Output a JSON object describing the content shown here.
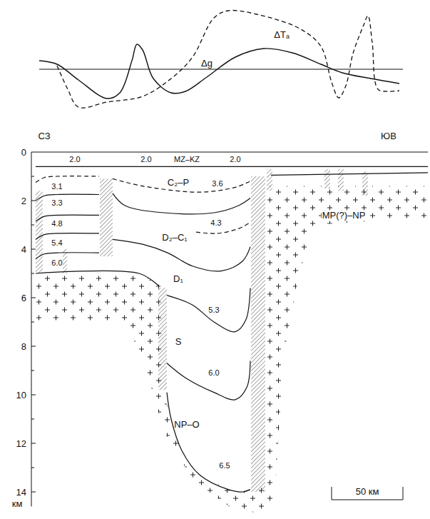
{
  "diagram": {
    "labels": [
      "ΔTₐ",
      "Δg",
      "СЗ",
      "ЮВ",
      "0",
      "2",
      "4",
      "6",
      "8",
      "10",
      "12",
      "14",
      "км",
      "2.0",
      "MZ–KZ",
      "2.0",
      "2.0",
      "3.1",
      "C₂–P",
      "3.6",
      "3.3",
      "4.3",
      "4.8",
      "D₂–C₁",
      "5.4",
      "D₁",
      "6.0",
      "5.3",
      "S",
      "6.0",
      "NP–O",
      "MP(?)–NP",
      "6.5",
      "50 км"
    ]
  }
}
